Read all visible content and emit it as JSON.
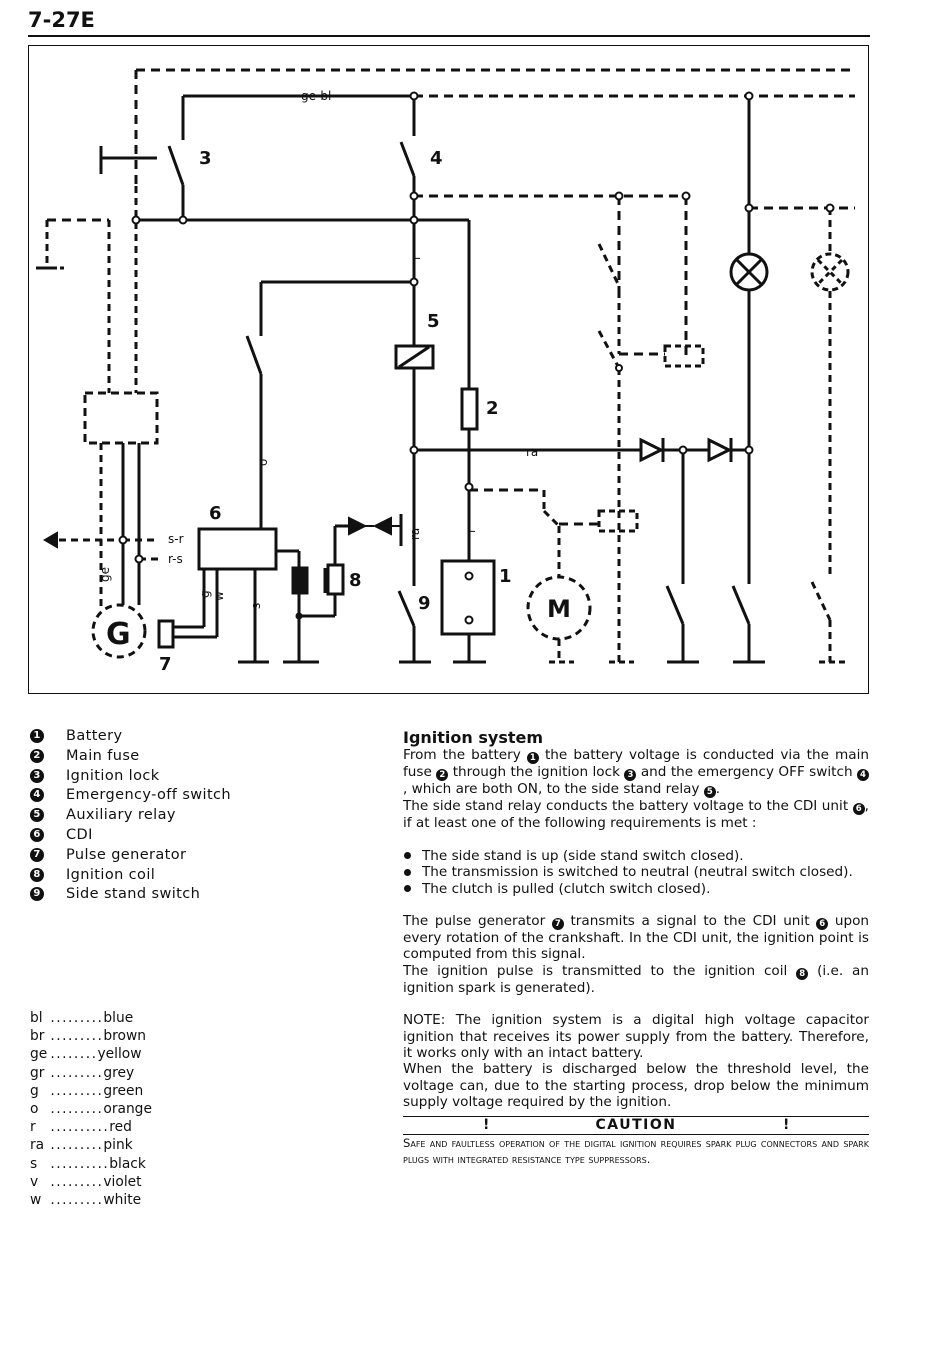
{
  "page_number": "7-27E",
  "diagram": {
    "wire_labels": {
      "ge_bl": "ge-bl",
      "r_top": "r",
      "ra_mid": "ra",
      "o": "o",
      "s_r": "s-r",
      "r_s": "r-s",
      "ge": "ge",
      "g": "g",
      "w": "w",
      "s": "s",
      "ra_low": "ra",
      "r_low": "r"
    },
    "component_numbers": {
      "battery": "1",
      "main_fuse": "2",
      "ignition_lock": "3",
      "emergency_off": "4",
      "aux_relay": "5",
      "cdi": "6",
      "pulse_gen": "7",
      "ignition_coil": "8",
      "side_stand": "9"
    },
    "generator_symbol": "G",
    "motor_symbol": "M"
  },
  "legend": [
    {
      "num": "1",
      "label": "Battery"
    },
    {
      "num": "2",
      "label": "Main fuse"
    },
    {
      "num": "3",
      "label": "Ignition lock"
    },
    {
      "num": "4",
      "label": "Emergency-off switch"
    },
    {
      "num": "5",
      "label": "Auxiliary relay"
    },
    {
      "num": "6",
      "label": "CDI"
    },
    {
      "num": "7",
      "label": "Pulse generator"
    },
    {
      "num": "8",
      "label": "Ignition coil"
    },
    {
      "num": "9",
      "label": "Side stand switch"
    }
  ],
  "colors": [
    {
      "abbr": "bl",
      "dots": ".........",
      "name": "blue"
    },
    {
      "abbr": "br",
      "dots": ".........",
      "name": "brown"
    },
    {
      "abbr": "ge",
      "dots": " ........",
      "name": "yellow"
    },
    {
      "abbr": "gr",
      "dots": ".........",
      "name": "grey"
    },
    {
      "abbr": "g",
      "dots": " .........",
      "name": "green"
    },
    {
      "abbr": "o",
      "dots": " .........",
      "name": "orange"
    },
    {
      "abbr": "r",
      "dots": "..........",
      "name": "red"
    },
    {
      "abbr": "ra",
      "dots": ".........",
      "name": "pink"
    },
    {
      "abbr": "s",
      "dots": "..........",
      "name": "black"
    },
    {
      "abbr": "v",
      "dots": " .........",
      "name": "violet"
    },
    {
      "abbr": "w",
      "dots": " .........",
      "name": "white"
    }
  ],
  "section": {
    "title": "Ignition system",
    "p1": {
      "t1": "From the battery ",
      "n1": "1",
      "t2": " the battery voltage is conducted via the main fuse ",
      "n2": "2",
      "t3": " through the ignition lock ",
      "n3": "3",
      "t4": " and the emergency OFF switch ",
      "n4": "4",
      "t5": ", which are both ON, to the side stand relay ",
      "n5": "5",
      "t6": "."
    },
    "p2": {
      "t1": "The side stand relay conducts the battery voltage to the CDI unit ",
      "n1": "6",
      "t2": ", if at least one of the following requirements is met :"
    },
    "bullets": [
      "The side stand is up (side stand switch closed).",
      "The transmission is switched to neutral (neutral switch closed).",
      "The clutch is pulled (clutch switch closed)."
    ],
    "p3": {
      "t1": "The pulse generator ",
      "n1": "7",
      "t2": " transmits a signal to the CDI unit ",
      "n2": "6",
      "t3": " upon every rotation of the crankshaft. In the CDI unit, the ignition point is computed from this signal."
    },
    "p4": {
      "t1": "The ignition pulse is transmitted to the ignition coil ",
      "n1": "8",
      "t2": " (i.e. an ignition spark is generated)."
    },
    "p5": "NOTE: The ignition system is a digital high voltage capacitor ignition that receives its power supply from the battery. Therefore, it works only with an intact battery.",
    "p6": "When the battery is discharged below the threshold level, the voltage can, due to the starting process, drop below the minimum supply voltage required by the ignition.",
    "caution": {
      "bang": "!",
      "label": "CAUTION",
      "text": "Safe and faultless operation of the digital ignition requires spark plug connectors and spark plugs with integrated resistance type suppressors."
    }
  }
}
